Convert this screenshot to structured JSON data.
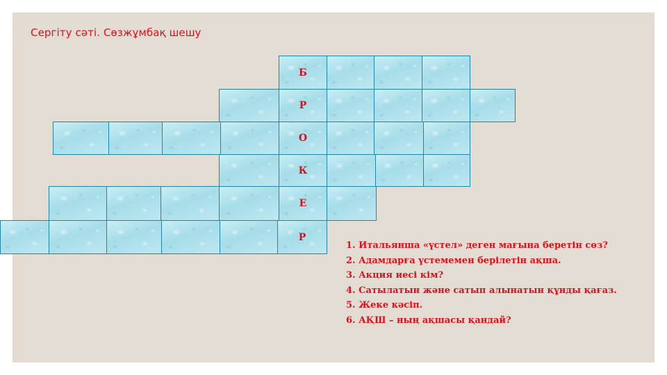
{
  "slide": {
    "title": "Сергіту сәті. Сөзжұмбақ шешу",
    "colors": {
      "background": "#e2dcd3",
      "text_accent": "#e0101a",
      "tile_border": "#1f86ad",
      "tile_fill": "#a6dde9"
    }
  },
  "crossword": {
    "keyword": "БРОКЕР",
    "rows": [
      {
        "letter": "Б"
      },
      {
        "letter": "Р"
      },
      {
        "letter": "О"
      },
      {
        "letter": "К"
      },
      {
        "letter": "Е"
      },
      {
        "letter": "Р"
      }
    ]
  },
  "questions": [
    "1. Итальянша «үстел» деген мағына беретін сөз?",
    "2. Адамдарға үстемемен берілетін ақша.",
    "3. Акция иесі кім?",
    "4. Сатылатын және сатып алынатын құнды қағаз.",
    "5. Жеке кәсіп.",
    "6. АҚШ – ның ақшасы қандай?"
  ]
}
